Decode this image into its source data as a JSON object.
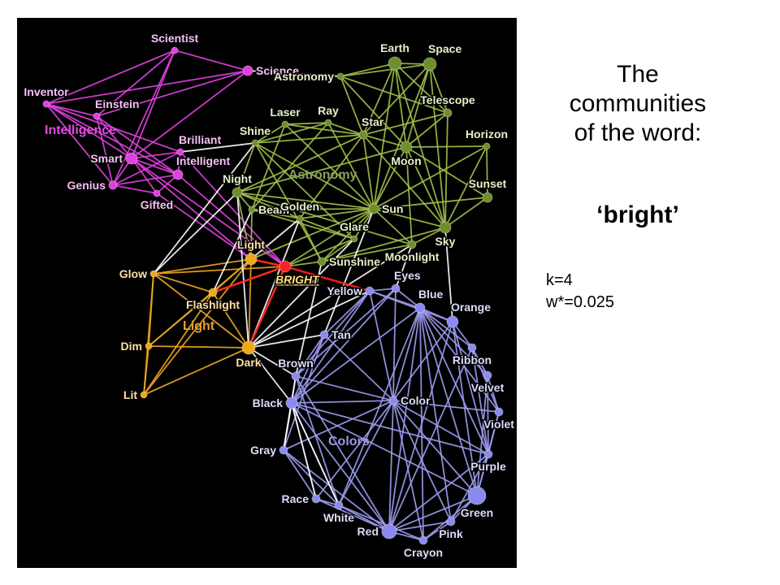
{
  "title_lines": [
    "The",
    "communities",
    "of the word:"
  ],
  "word": "‘bright’",
  "params": [
    "k=4",
    "w*=0.025"
  ],
  "colors": {
    "background": "#000000",
    "intelligence": "#e040e0",
    "astronomy": "#6b8e23",
    "light": "#f0a020",
    "colors": "#8888f0",
    "bright": "#ff2020",
    "bridge": "#ffffff"
  },
  "communities": [
    {
      "id": "intelligence",
      "label": "Intelligence",
      "color": "#e04ce0"
    },
    {
      "id": "astronomy",
      "label": "Astronomy",
      "color": "#8aa060"
    },
    {
      "id": "light",
      "label": "Light",
      "color": "#e8a030"
    },
    {
      "id": "colors",
      "label": "Colors",
      "color": "#9898e8"
    }
  ],
  "nodes": [
    {
      "id": "Scientist",
      "group": "intelligence"
    },
    {
      "id": "Science",
      "group": "intelligence"
    },
    {
      "id": "Inventor",
      "group": "intelligence"
    },
    {
      "id": "Einstein",
      "group": "intelligence"
    },
    {
      "id": "Smart",
      "group": "intelligence"
    },
    {
      "id": "Genius",
      "group": "intelligence"
    },
    {
      "id": "Brilliant",
      "group": "intelligence"
    },
    {
      "id": "Intelligent",
      "group": "intelligence"
    },
    {
      "id": "Gifted",
      "group": "intelligence"
    },
    {
      "id": "Earth",
      "group": "astronomy"
    },
    {
      "id": "Space",
      "group": "astronomy"
    },
    {
      "id": "Astronomy",
      "group": "astronomy"
    },
    {
      "id": "Telescope",
      "group": "astronomy"
    },
    {
      "id": "Laser",
      "group": "astronomy"
    },
    {
      "id": "Ray",
      "group": "astronomy"
    },
    {
      "id": "Star",
      "group": "astronomy"
    },
    {
      "id": "Shine",
      "group": "astronomy"
    },
    {
      "id": "Horizon",
      "group": "astronomy"
    },
    {
      "id": "Moon",
      "group": "astronomy"
    },
    {
      "id": "Night",
      "group": "astronomy"
    },
    {
      "id": "Beam",
      "group": "astronomy"
    },
    {
      "id": "Sunset",
      "group": "astronomy"
    },
    {
      "id": "Golden",
      "group": "astronomy"
    },
    {
      "id": "Sun",
      "group": "astronomy"
    },
    {
      "id": "Glare",
      "group": "astronomy"
    },
    {
      "id": "Sky",
      "group": "astronomy"
    },
    {
      "id": "Sunshine",
      "group": "astronomy"
    },
    {
      "id": "Moonlight",
      "group": "astronomy"
    },
    {
      "id": "Light",
      "group": "light"
    },
    {
      "id": "BRIGHT",
      "group": "bright"
    },
    {
      "id": "Glow",
      "group": "light"
    },
    {
      "id": "Flashlight",
      "group": "light"
    },
    {
      "id": "Dim",
      "group": "light"
    },
    {
      "id": "Dark",
      "group": "light"
    },
    {
      "id": "Lit",
      "group": "light"
    },
    {
      "id": "Yellow",
      "group": "colors"
    },
    {
      "id": "Eyes",
      "group": "colors"
    },
    {
      "id": "Blue",
      "group": "colors"
    },
    {
      "id": "Tan",
      "group": "colors"
    },
    {
      "id": "Orange",
      "group": "colors"
    },
    {
      "id": "Brown",
      "group": "colors"
    },
    {
      "id": "Ribbon",
      "group": "colors"
    },
    {
      "id": "Velvet",
      "group": "colors"
    },
    {
      "id": "Black",
      "group": "colors"
    },
    {
      "id": "Color",
      "group": "colors"
    },
    {
      "id": "Violet",
      "group": "colors"
    },
    {
      "id": "Gray",
      "group": "colors"
    },
    {
      "id": "Purple",
      "group": "colors"
    },
    {
      "id": "Race",
      "group": "colors"
    },
    {
      "id": "Green",
      "group": "colors"
    },
    {
      "id": "White",
      "group": "colors"
    },
    {
      "id": "Pink",
      "group": "colors"
    },
    {
      "id": "Red",
      "group": "colors"
    },
    {
      "id": "Crayon",
      "group": "colors"
    }
  ],
  "edges": [
    [
      "Scientist",
      "Science"
    ],
    [
      "Scientist",
      "Inventor"
    ],
    [
      "Scientist",
      "Einstein"
    ],
    [
      "Scientist",
      "Smart"
    ],
    [
      "Scientist",
      "Genius"
    ],
    [
      "Science",
      "Inventor"
    ],
    [
      "Science",
      "Einstein"
    ],
    [
      "Science",
      "Smart"
    ],
    [
      "Inventor",
      "Einstein"
    ],
    [
      "Inventor",
      "Smart"
    ],
    [
      "Inventor",
      "Genius"
    ],
    [
      "Inventor",
      "Intelligent"
    ],
    [
      "Inventor",
      "Brilliant"
    ],
    [
      "Einstein",
      "Smart"
    ],
    [
      "Einstein",
      "Genius"
    ],
    [
      "Einstein",
      "Intelligent"
    ],
    [
      "Smart",
      "Genius"
    ],
    [
      "Smart",
      "Brilliant"
    ],
    [
      "Smart",
      "Intelligent"
    ],
    [
      "Smart",
      "Gifted"
    ],
    [
      "Smart",
      "Light"
    ],
    [
      "Smart",
      "BRIGHT"
    ],
    [
      "Genius",
      "Brilliant"
    ],
    [
      "Genius",
      "Intelligent"
    ],
    [
      "Genius",
      "Gifted"
    ],
    [
      "Brilliant",
      "Intelligent"
    ],
    [
      "Brilliant",
      "BRIGHT"
    ],
    [
      "Intelligent",
      "Gifted"
    ],
    [
      "Intelligent",
      "BRIGHT"
    ],
    [
      "Gifted",
      "Light"
    ],
    [
      "Earth",
      "Space"
    ],
    [
      "Earth",
      "Astronomy"
    ],
    [
      "Earth",
      "Telescope"
    ],
    [
      "Earth",
      "Star"
    ],
    [
      "Earth",
      "Moon"
    ],
    [
      "Earth",
      "Sun"
    ],
    [
      "Earth",
      "Sky"
    ],
    [
      "Space",
      "Astronomy"
    ],
    [
      "Space",
      "Telescope"
    ],
    [
      "Space",
      "Star"
    ],
    [
      "Space",
      "Moon"
    ],
    [
      "Space",
      "Sun"
    ],
    [
      "Space",
      "Sky"
    ],
    [
      "Astronomy",
      "Telescope"
    ],
    [
      "Astronomy",
      "Star"
    ],
    [
      "Astronomy",
      "Moon"
    ],
    [
      "Telescope",
      "Star"
    ],
    [
      "Telescope",
      "Moon"
    ],
    [
      "Telescope",
      "Sky"
    ],
    [
      "Laser",
      "Ray"
    ],
    [
      "Laser",
      "Beam"
    ],
    [
      "Laser",
      "Shine"
    ],
    [
      "Laser",
      "Star"
    ],
    [
      "Laser",
      "Sun"
    ],
    [
      "Ray",
      "Star"
    ],
    [
      "Ray",
      "Sun"
    ],
    [
      "Ray",
      "Beam"
    ],
    [
      "Ray",
      "Shine"
    ],
    [
      "Star",
      "Moon"
    ],
    [
      "Star",
      "Sun"
    ],
    [
      "Star",
      "Sky"
    ],
    [
      "Star",
      "Night"
    ],
    [
      "Star",
      "Shine"
    ],
    [
      "Star",
      "Golden"
    ],
    [
      "Shine",
      "Night"
    ],
    [
      "Shine",
      "Sun"
    ],
    [
      "Shine",
      "Glare"
    ],
    [
      "Shine",
      "Sunshine"
    ],
    [
      "Horizon",
      "Sunset"
    ],
    [
      "Horizon",
      "Sky"
    ],
    [
      "Horizon",
      "Moon"
    ],
    [
      "Horizon",
      "Sun"
    ],
    [
      "Moon",
      "Sun"
    ],
    [
      "Moon",
      "Sky"
    ],
    [
      "Moon",
      "Night"
    ],
    [
      "Moon",
      "Moonlight"
    ],
    [
      "Moon",
      "Sunset"
    ],
    [
      "Night",
      "Beam"
    ],
    [
      "Night",
      "Sun"
    ],
    [
      "Night",
      "Moonlight"
    ],
    [
      "Night",
      "Light"
    ],
    [
      "Night",
      "Golden"
    ],
    [
      "Beam",
      "Golden"
    ],
    [
      "Beam",
      "Sun"
    ],
    [
      "Beam",
      "Light"
    ],
    [
      "Beam",
      "Glare"
    ],
    [
      "Sunset",
      "Sun"
    ],
    [
      "Sunset",
      "Sky"
    ],
    [
      "Golden",
      "Sun"
    ],
    [
      "Golden",
      "Sunshine"
    ],
    [
      "Golden",
      "Glare"
    ],
    [
      "Sun",
      "Glare"
    ],
    [
      "Sun",
      "Sky"
    ],
    [
      "Sun",
      "Sunshine"
    ],
    [
      "Sun",
      "Moonlight"
    ],
    [
      "Sun",
      "Light"
    ],
    [
      "Sun",
      "BRIGHT"
    ],
    [
      "Glare",
      "Sunshine"
    ],
    [
      "Glare",
      "BRIGHT"
    ],
    [
      "Sky",
      "Moonlight"
    ],
    [
      "Sky",
      "Sunshine"
    ],
    [
      "Sunshine",
      "Moonlight"
    ],
    [
      "Sunshine",
      "BRIGHT"
    ],
    [
      "Light",
      "BRIGHT"
    ],
    [
      "Light",
      "Glow"
    ],
    [
      "Light",
      "Flashlight"
    ],
    [
      "Light",
      "Dim"
    ],
    [
      "Light",
      "Dark"
    ],
    [
      "Light",
      "Lit"
    ],
    [
      "BRIGHT",
      "Flashlight"
    ],
    [
      "BRIGHT",
      "Dark"
    ],
    [
      "BRIGHT",
      "Glow"
    ],
    [
      "Glow",
      "Flashlight"
    ],
    [
      "Glow",
      "Dim"
    ],
    [
      "Glow",
      "Dark"
    ],
    [
      "Glow",
      "Lit"
    ],
    [
      "Flashlight",
      "Dim"
    ],
    [
      "Flashlight",
      "Dark"
    ],
    [
      "Flashlight",
      "Lit"
    ],
    [
      "Dim",
      "Dark"
    ],
    [
      "Dim",
      "Lit"
    ],
    [
      "Dark",
      "Lit"
    ],
    [
      "Yellow",
      "Eyes"
    ],
    [
      "Yellow",
      "Blue"
    ],
    [
      "Yellow",
      "Tan"
    ],
    [
      "Yellow",
      "Brown"
    ],
    [
      "Yellow",
      "Color"
    ],
    [
      "Yellow",
      "Orange"
    ],
    [
      "Yellow",
      "Black"
    ],
    [
      "Eyes",
      "Blue"
    ],
    [
      "Eyes",
      "Brown"
    ],
    [
      "Eyes",
      "Color"
    ],
    [
      "Eyes",
      "Black"
    ],
    [
      "Blue",
      "Orange"
    ],
    [
      "Blue",
      "Color"
    ],
    [
      "Blue",
      "Green"
    ],
    [
      "Blue",
      "Purple"
    ],
    [
      "Blue",
      "Violet"
    ],
    [
      "Blue",
      "Red"
    ],
    [
      "Blue",
      "Pink"
    ],
    [
      "Blue",
      "Crayon"
    ],
    [
      "Blue",
      "Black"
    ],
    [
      "Blue",
      "White"
    ],
    [
      "Blue",
      "Ribbon"
    ],
    [
      "Blue",
      "Velvet"
    ],
    [
      "Tan",
      "Brown"
    ],
    [
      "Tan",
      "Black"
    ],
    [
      "Tan",
      "Color"
    ],
    [
      "Tan",
      "Gray"
    ],
    [
      "Orange",
      "Color"
    ],
    [
      "Orange",
      "Ribbon"
    ],
    [
      "Orange",
      "Purple"
    ],
    [
      "Orange",
      "Green"
    ],
    [
      "Orange",
      "Red"
    ],
    [
      "Brown",
      "Black"
    ],
    [
      "Brown",
      "Color"
    ],
    [
      "Brown",
      "Gray"
    ],
    [
      "Brown",
      "White"
    ],
    [
      "Brown",
      "Red"
    ],
    [
      "Ribbon",
      "Velvet"
    ],
    [
      "Ribbon",
      "Violet"
    ],
    [
      "Ribbon",
      "Purple"
    ],
    [
      "Ribbon",
      "Red"
    ],
    [
      "Velvet",
      "Violet"
    ],
    [
      "Velvet",
      "Purple"
    ],
    [
      "Velvet",
      "Green"
    ],
    [
      "Black",
      "Color"
    ],
    [
      "Black",
      "Gray"
    ],
    [
      "Black",
      "White"
    ],
    [
      "Black",
      "Race"
    ],
    [
      "Black",
      "Red"
    ],
    [
      "Black",
      "Purple"
    ],
    [
      "Black",
      "Green"
    ],
    [
      "Color",
      "Gray"
    ],
    [
      "Color",
      "White"
    ],
    [
      "Color",
      "Red"
    ],
    [
      "Color",
      "Crayon"
    ],
    [
      "Color",
      "Pink"
    ],
    [
      "Color",
      "Green"
    ],
    [
      "Color",
      "Purple"
    ],
    [
      "Color",
      "Violet"
    ],
    [
      "Color",
      "Race"
    ],
    [
      "Violet",
      "Purple"
    ],
    [
      "Violet",
      "Green"
    ],
    [
      "Gray",
      "White"
    ],
    [
      "Gray",
      "Race"
    ],
    [
      "Gray",
      "Red"
    ],
    [
      "Purple",
      "Green"
    ],
    [
      "Purple",
      "Pink"
    ],
    [
      "Purple",
      "Red"
    ],
    [
      "Race",
      "White"
    ],
    [
      "Race",
      "Red"
    ],
    [
      "Green",
      "Pink"
    ],
    [
      "Green",
      "Red"
    ],
    [
      "Green",
      "Crayon"
    ],
    [
      "White",
      "Red"
    ],
    [
      "White",
      "Crayon"
    ],
    [
      "Pink",
      "Red"
    ],
    [
      "Pink",
      "Crayon"
    ],
    [
      "Red",
      "Crayon"
    ]
  ],
  "bridge_edges": [
    [
      "Science",
      "Astronomy"
    ],
    [
      "Brilliant",
      "Shine"
    ],
    [
      "Glow",
      "Shine"
    ],
    [
      "Glow",
      "Night"
    ],
    [
      "Flashlight",
      "Beam"
    ],
    [
      "Dark",
      "Golden"
    ],
    [
      "Dark",
      "Glare"
    ],
    [
      "Dark",
      "Tan"
    ],
    [
      "Dark",
      "Yellow"
    ],
    [
      "Dark",
      "Brown"
    ],
    [
      "Dark",
      "Black"
    ],
    [
      "Dark",
      "Night"
    ],
    [
      "Dark",
      "Moonlight"
    ],
    [
      "Brown",
      "Sunshine"
    ],
    [
      "Orange",
      "Sky"
    ],
    [
      "Eyes",
      "Moonlight"
    ],
    [
      "Light",
      "Golden"
    ],
    [
      "Black",
      "Gray"
    ],
    [
      "Gray",
      "Brown"
    ],
    [
      "White",
      "Black"
    ],
    [
      "Black",
      "Race"
    ],
    [
      "Tan",
      "Sun"
    ]
  ],
  "bright_edges": [
    [
      "BRIGHT",
      "Light"
    ],
    [
      "BRIGHT",
      "Yellow"
    ],
    [
      "BRIGHT",
      "Flashlight"
    ],
    [
      "BRIGHT",
      "Dark"
    ]
  ]
}
